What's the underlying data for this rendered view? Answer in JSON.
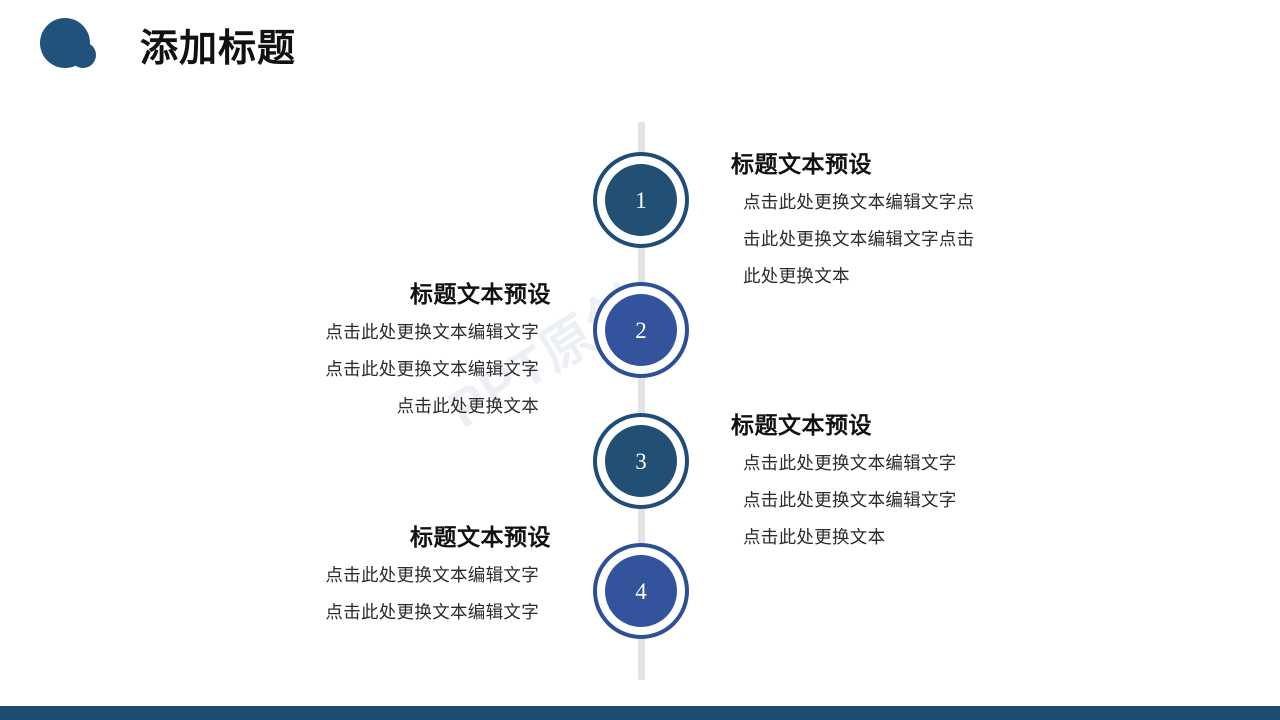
{
  "header": {
    "title": "添加标题",
    "logo_icon": "double-circle-logo-icon"
  },
  "theme": {
    "dark_blue": "#225075",
    "light_blue": "#33539d",
    "ring_dark": "#1f4d78",
    "ring_light": "#2d4f96",
    "spine_gray": "#e3e3e3",
    "footer_bar": "#1d4c73",
    "text_color": "#2b2b2b"
  },
  "watermark": {
    "text": "PPT原创"
  },
  "timeline": {
    "items": [
      {
        "number": "1",
        "side": "right",
        "color_variant": "dark",
        "heading": "标题文本预设",
        "lines": [
          "点击此处更换文本编辑文字点",
          "击此处更换文本编辑文字点击",
          "此处更换文本"
        ]
      },
      {
        "number": "2",
        "side": "left",
        "color_variant": "light",
        "heading": "标题文本预设",
        "lines": [
          "点击此处更换文本编辑文字",
          "点击此处更换文本编辑文字",
          "点击此处更换文本"
        ]
      },
      {
        "number": "3",
        "side": "right",
        "color_variant": "dark",
        "heading": "标题文本预设",
        "lines": [
          "点击此处更换文本编辑文字",
          "点击此处更换文本编辑文字",
          "点击此处更换文本"
        ]
      },
      {
        "number": "4",
        "side": "left",
        "color_variant": "light",
        "heading": "标题文本预设",
        "lines": [
          "点击此处更换文本编辑文字",
          "点击此处更换文本编辑文字"
        ]
      }
    ]
  }
}
